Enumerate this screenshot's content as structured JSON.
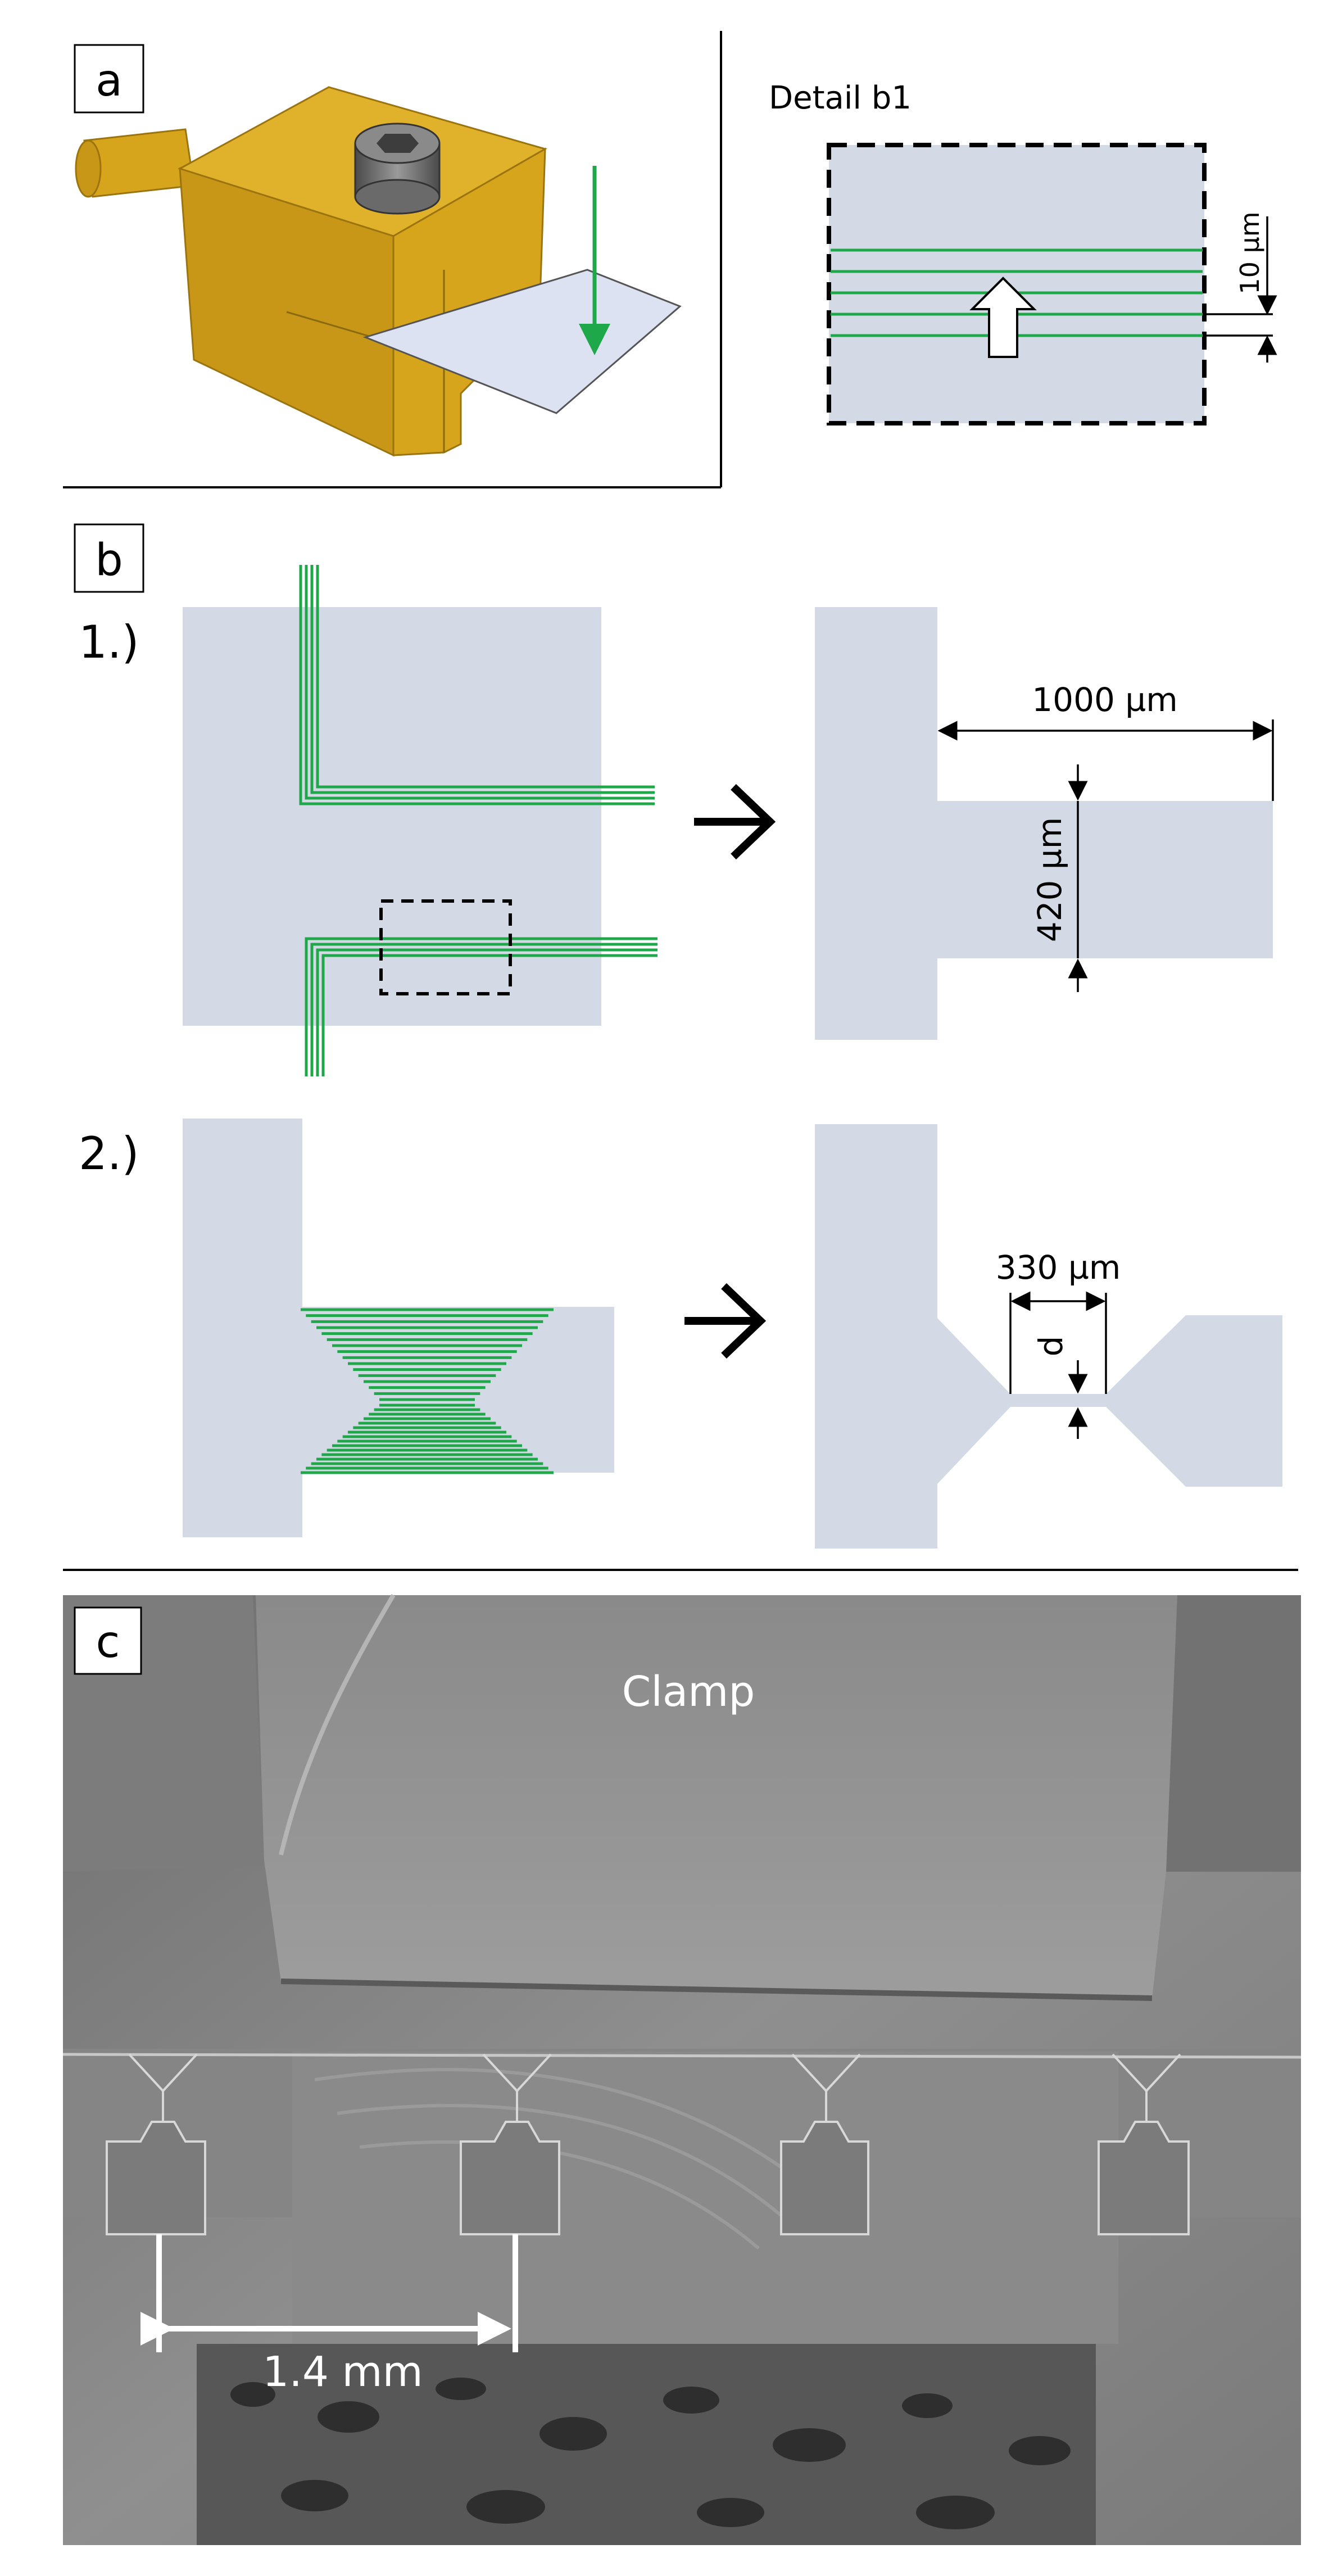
{
  "panels": {
    "a": {
      "label": "a",
      "detail_title": "Detail b1",
      "detail_dimension": "10 µm"
    },
    "b": {
      "label": "b",
      "step1": {
        "label": "1.)",
        "width_dimension": "1000 µm",
        "height_dimension": "420 µm"
      },
      "step2": {
        "label": "2.)",
        "width_dimension": "330 µm",
        "thickness_dimension": "d"
      }
    },
    "c": {
      "label": "c",
      "clamp_label": "Clamp",
      "scale_label": "1.4 mm"
    }
  },
  "colors": {
    "sample_gray": "#d4dae5",
    "laser_path_green": "#1fa84a",
    "clamp_gold": "#d6a51c",
    "sem_background": "#8a8a8a"
  }
}
